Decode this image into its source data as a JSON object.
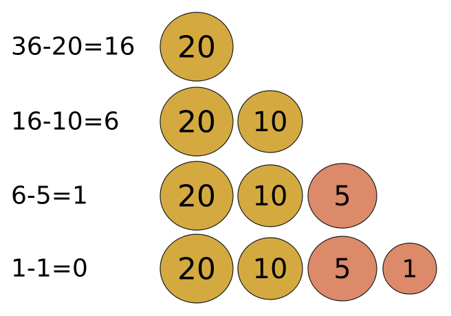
{
  "colors": {
    "gold": "#D4AA40",
    "copper": "#DC8A6A",
    "outline": "#1a1a1a",
    "text": "#000000"
  },
  "rows": [
    {
      "equation": "36-20=16",
      "coins": [
        {
          "value": "20",
          "metal": "gold"
        }
      ]
    },
    {
      "equation": "16-10=6",
      "coins": [
        {
          "value": "20",
          "metal": "gold"
        },
        {
          "value": "10",
          "metal": "gold"
        }
      ]
    },
    {
      "equation": "6-5=1",
      "coins": [
        {
          "value": "20",
          "metal": "gold"
        },
        {
          "value": "10",
          "metal": "gold"
        },
        {
          "value": "5",
          "metal": "copper"
        }
      ]
    },
    {
      "equation": "1-1=0",
      "coins": [
        {
          "value": "20",
          "metal": "gold"
        },
        {
          "value": "10",
          "metal": "gold"
        },
        {
          "value": "5",
          "metal": "copper"
        },
        {
          "value": "1",
          "metal": "copper"
        }
      ]
    }
  ]
}
